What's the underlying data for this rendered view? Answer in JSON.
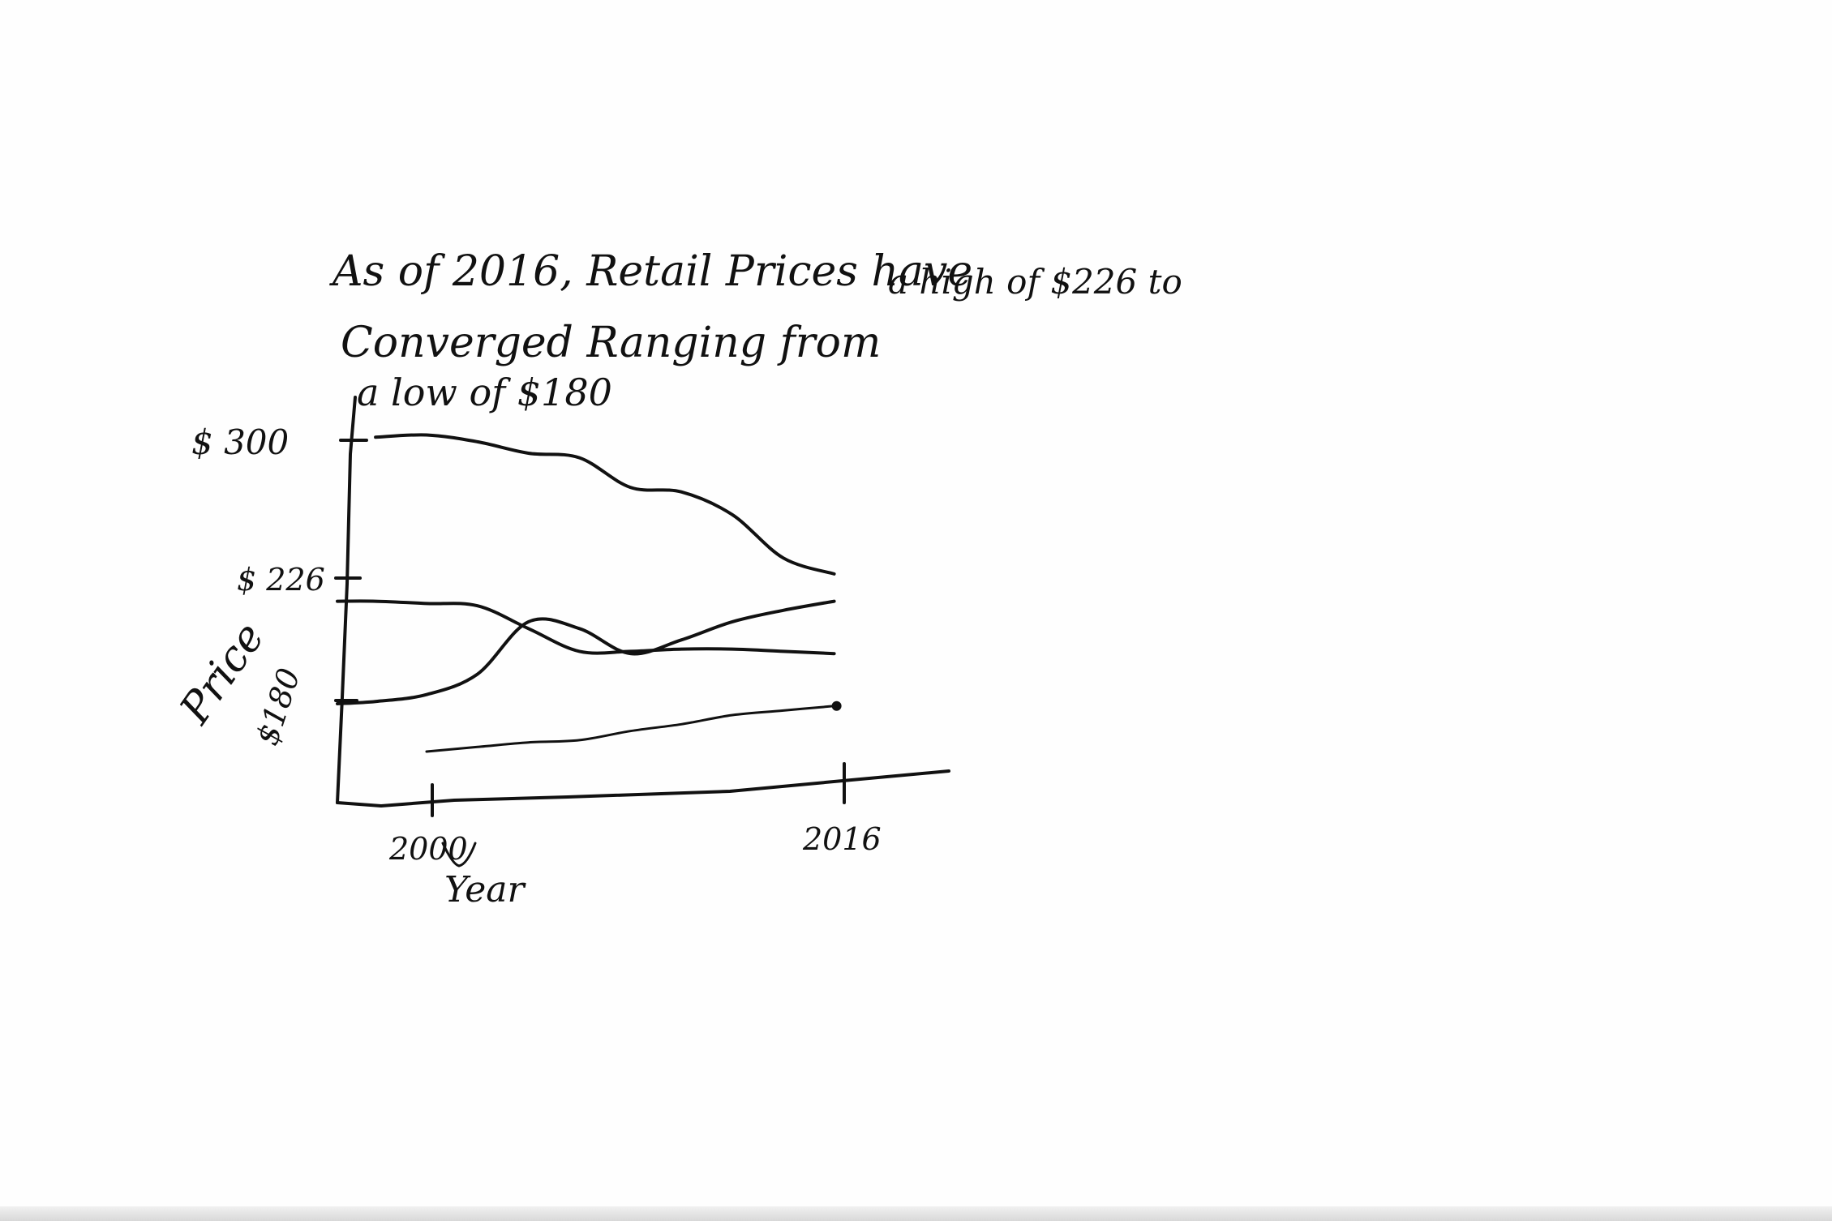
{
  "note": {
    "line1": "As of   2016,  Retail   Prices   have",
    "line1_tail": "a  high of  $226  to",
    "line2": "Converged   Ranging   from",
    "line3": "a        low    of    $180"
  },
  "chart_data": {
    "type": "line",
    "title": "",
    "xlabel": "Year",
    "ylabel": "Price",
    "x_ticks": [
      "2000",
      "2016"
    ],
    "y_ticks": [
      "$ 300",
      "$ 226",
      "$180"
    ],
    "xlim": [
      1996.5,
      2020.5
    ],
    "ylim": [
      134,
      312
    ],
    "series": [
      {
        "x": [
          1998,
          2000,
          2002,
          2004,
          2006,
          2008,
          2010,
          2012,
          2014,
          2016
        ],
        "values": [
          298,
          299,
          296,
          291,
          289,
          276,
          274,
          264,
          245,
          238
        ],
        "marker": "none"
      },
      {
        "x": [
          1996.5,
          1998,
          2000,
          2002,
          2004,
          2006,
          2008,
          2010,
          2012,
          2014,
          2016
        ],
        "values": [
          226,
          226,
          225,
          224,
          214,
          204,
          204,
          205,
          205,
          204,
          203
        ],
        "marker": "none"
      },
      {
        "x": [
          1996.5,
          1998,
          2000,
          2002,
          2004,
          2006,
          2008,
          2010,
          2012,
          2014,
          2016
        ],
        "values": [
          181,
          182,
          185,
          194,
          217,
          214,
          203,
          209,
          217,
          222,
          226
        ],
        "marker": "none"
      },
      {
        "x": [
          2000,
          2002,
          2004,
          2006,
          2008,
          2010,
          2012,
          2014,
          2016
        ],
        "values": [
          160,
          162,
          164,
          165,
          169,
          172,
          176,
          178,
          180
        ],
        "marker": "dot"
      }
    ]
  }
}
